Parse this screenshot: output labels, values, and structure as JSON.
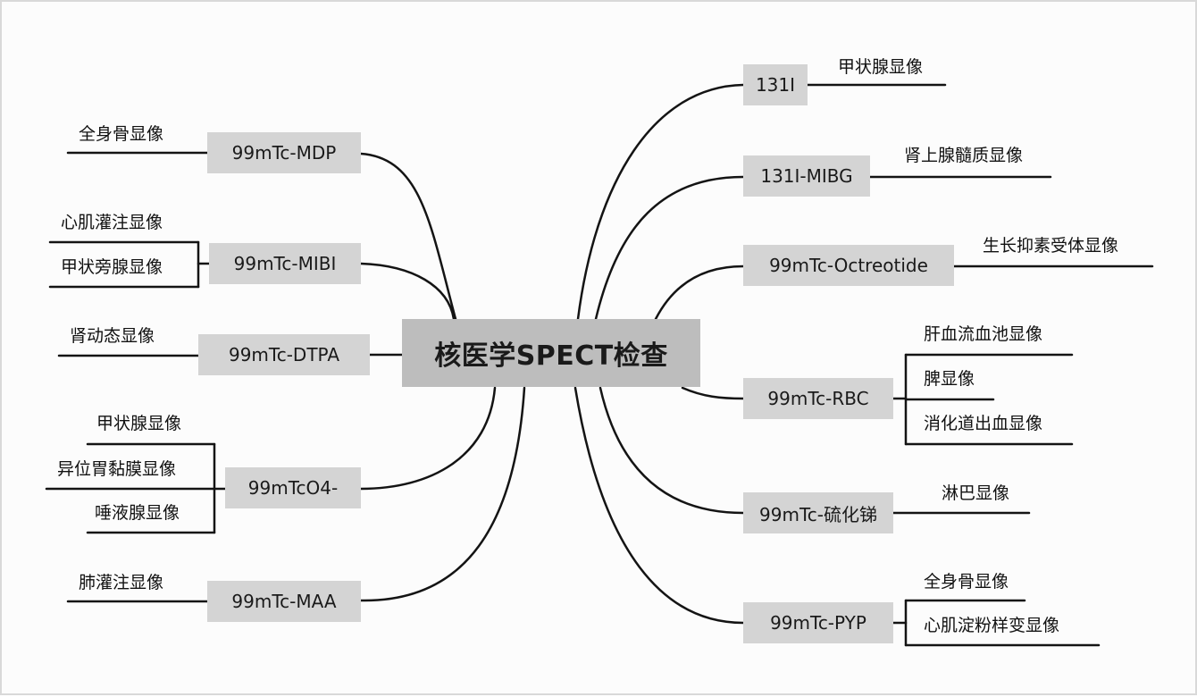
{
  "center_label": "核医学SPECT检查",
  "left": [
    {
      "tracer": "99mTc-MDP",
      "uses": [
        "全身骨显像"
      ]
    },
    {
      "tracer": "99mTc-MIBI",
      "uses": [
        "心肌灌注显像",
        "甲状旁腺显像"
      ]
    },
    {
      "tracer": "99mTc-DTPA",
      "uses": [
        "肾动态显像"
      ]
    },
    {
      "tracer": "99mTcO4-",
      "uses": [
        "甲状腺显像",
        "异位胃黏膜显像",
        "唾液腺显像"
      ]
    },
    {
      "tracer": "99mTc-MAA",
      "uses": [
        "肺灌注显像"
      ]
    }
  ],
  "right": [
    {
      "tracer": "131I",
      "uses": [
        "甲状腺显像"
      ]
    },
    {
      "tracer": "131I-MIBG",
      "uses": [
        "肾上腺髓质显像"
      ]
    },
    {
      "tracer": "99mTc-Octreotide",
      "uses": [
        "生长抑素受体显像"
      ]
    },
    {
      "tracer": "99mTc-RBC",
      "uses": [
        "肝血流血池显像",
        "脾显像",
        "消化道出血显像"
      ]
    },
    {
      "tracer": "99mTc-硫化锑",
      "uses": [
        "淋巴显像"
      ]
    },
    {
      "tracer": "99mTc-PYP",
      "uses": [
        "全身骨显像",
        "心肌淀粉样变显像"
      ]
    }
  ]
}
